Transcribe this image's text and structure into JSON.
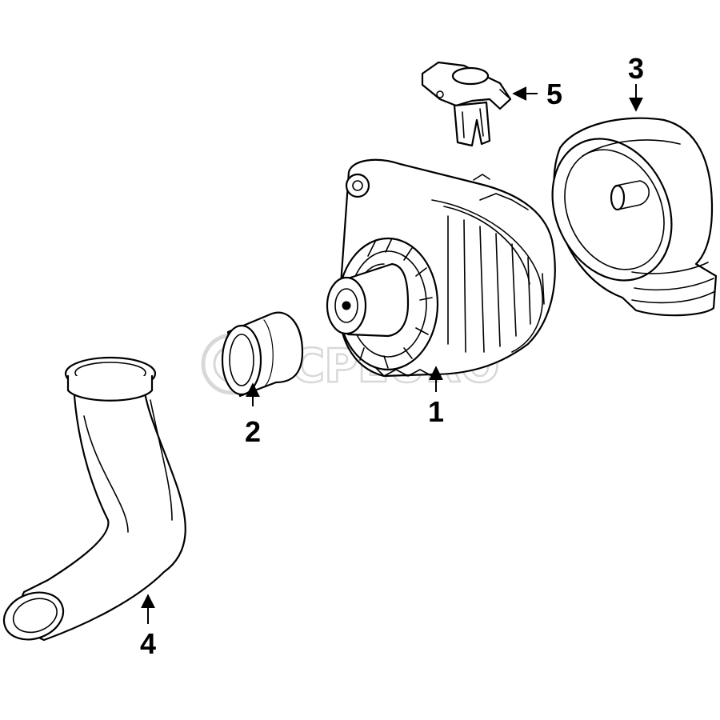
{
  "diagram": {
    "colors": {
      "line": "#000000",
      "background": "#ffffff",
      "watermark": "#d8d8d8"
    },
    "watermark": {
      "text": "FCPEURO",
      "kind": "logo"
    },
    "callouts": [
      {
        "id": "1",
        "label": "1"
      },
      {
        "id": "2",
        "label": "2"
      },
      {
        "id": "3",
        "label": "3"
      },
      {
        "id": "4",
        "label": "4"
      },
      {
        "id": "5",
        "label": "5"
      }
    ]
  }
}
